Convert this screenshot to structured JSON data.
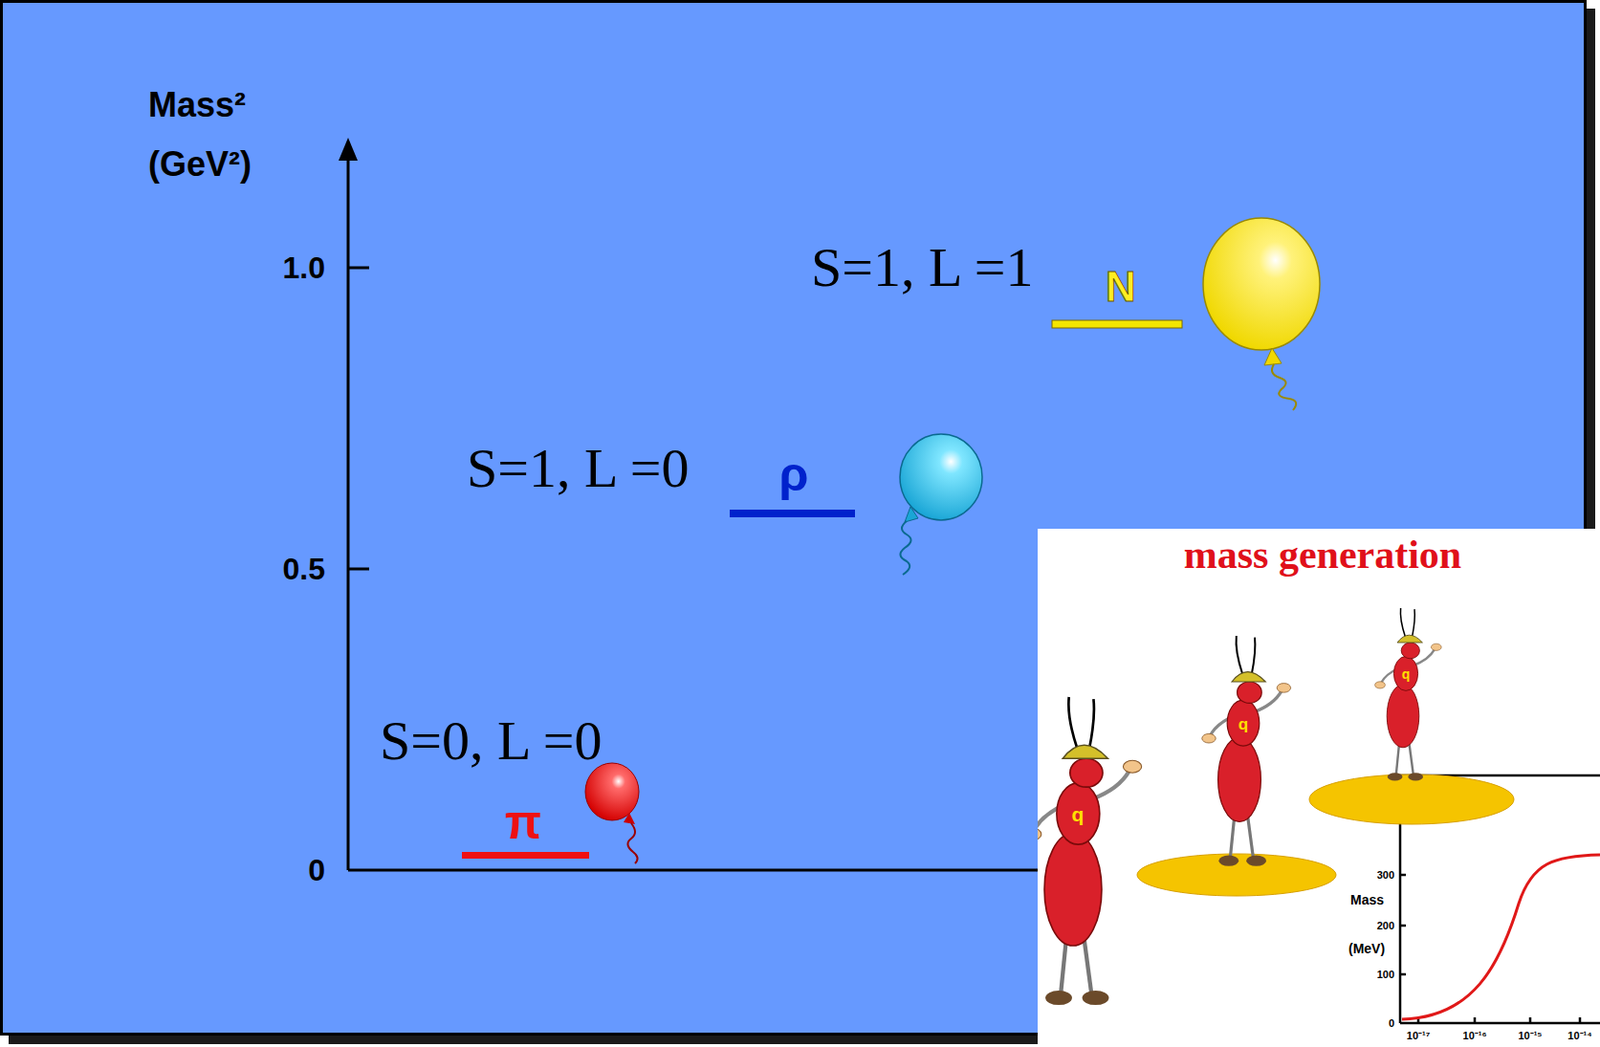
{
  "diagram": {
    "nodes": [
      {
        "text": [
          "mass generation"
        ]
      }
    ],
    "labels": [
      "Mass²",
      "(GeV²)",
      "1.0",
      "0.5",
      "0",
      "S=1, L =1",
      "N",
      "S=1, L =0",
      "ρ",
      "S=0, L =0",
      "π",
      "q",
      "q",
      "q",
      "Mass",
      "(MeV)",
      "300",
      "200",
      "100",
      "0",
      "10⁻¹⁷",
      "10⁻¹⁶",
      "10⁻¹⁵",
      "10⁻¹⁴"
    ]
  }
}
